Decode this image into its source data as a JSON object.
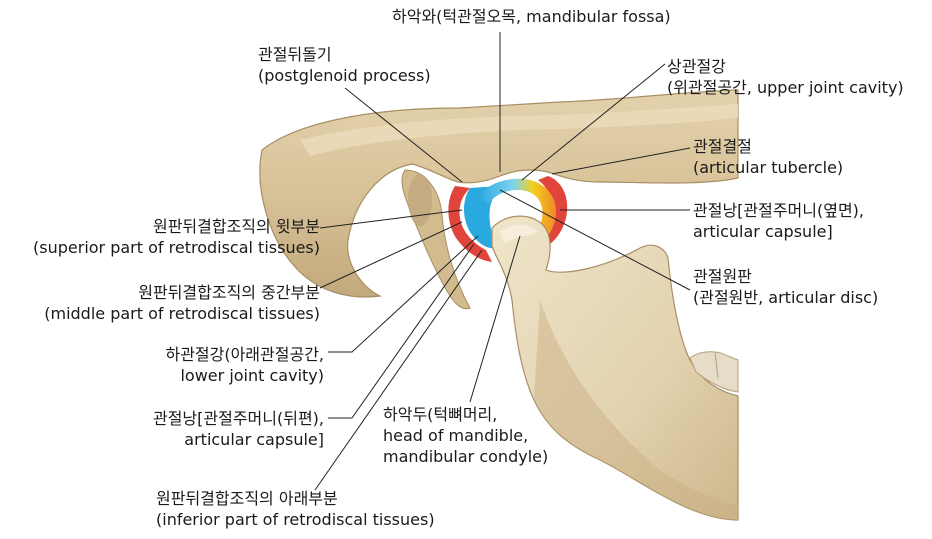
{
  "labels": {
    "mandibular_fossa": {
      "line1": "하악와(턱관절오목, mandibular fossa)"
    },
    "postglenoid": {
      "line1": "관절뒤돌기",
      "line2": "(postglenoid process)"
    },
    "upper_cavity": {
      "line1": "상관절강",
      "line2": "(위관절공간, upper joint cavity)"
    },
    "tubercle": {
      "line1": "관절결절",
      "line2": "(articular tubercle)"
    },
    "capsule_lateral": {
      "line1": "관절낭[관절주머니(옆면),",
      "line2": "articular capsule]"
    },
    "disc": {
      "line1": "관절원판",
      "line2": "(관절원반, articular disc)"
    },
    "retro_superior": {
      "line1": "원판뒤결합조직의 윗부분",
      "line2": "(superior part of retrodiscal tissues)"
    },
    "retro_middle": {
      "line1": "원판뒤결합조직의 중간부분",
      "line2": "(middle part of retrodiscal tissues)"
    },
    "lower_cavity": {
      "line1": "하관절강(아래관절공간,",
      "line2": "lower joint cavity)"
    },
    "capsule_posterior": {
      "line1": "관절낭[관절주머니(뒤편),",
      "line2": "articular capsule]"
    },
    "condyle": {
      "line1": "하악두(턱뼈머리,",
      "line2": "head of mandible,",
      "line3": "mandibular condyle)"
    },
    "retro_inferior": {
      "line1": "원판뒤결합조직의 아래부분",
      "line2": "(inferior part of retrodiscal tissues)"
    }
  },
  "icons": [
    "bone-illustration"
  ],
  "colors": {
    "bone_light": "#efe3c9",
    "bone_mid": "#d9c49e",
    "bone_shadow": "#b9a27a",
    "capsule_red": "#e0443a",
    "cavity_cyan": "#2aa8e0",
    "disc_yellow": "#f2d01c",
    "leader_line": "#222222"
  }
}
